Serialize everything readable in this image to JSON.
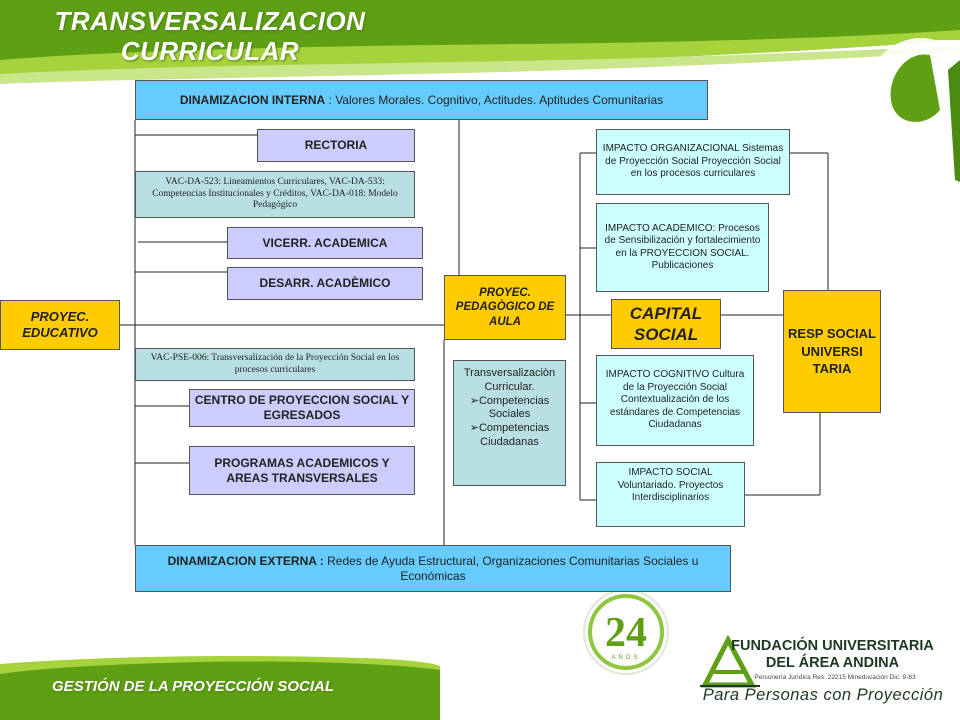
{
  "title": "TRANSVERSALIZACION CURRICULAR",
  "footer_title": "GESTIÓN DE LA PROYECCIÓN SOCIAL",
  "dinamizacion_interna": {
    "label": "DINAMIZACION INTERNA",
    "text": " : Valores Morales. Cognitivo, Actitudes. Aptitudes Comunitarias"
  },
  "dinamizacion_externa": {
    "label": "DINAMIZACION EXTERNA :",
    "text": " Redes de Ayuda Estructural, Organizaciones Comunitarias Sociales u Económicas"
  },
  "left_boxes": {
    "rectoria": "RECTORIA",
    "vac_da": "VAC-DA-523: Lineamientos Curriculares, VAC-DA-533: Competencias Institucionales y Créditos, VAC-DA-018: Modelo Pedagógico",
    "vicerr": "VICERR. ACADEMICA",
    "desarr": "DESARR. ACADÈMICO",
    "vac_pse": "VAC-PSE-006: Transversalización de la Proyección Social en los procesos curriculares",
    "centro": "CENTRO DE PROYECCION SOCIAL Y EGRESADOS",
    "programas": "PROGRAMAS ACADEMICOS Y AREAS TRANSVERSALES"
  },
  "proyec_educativo": "PROYEC. EDUCATIVO",
  "proyec_pedagogico": "PROYEC. PEDAGÒGICO DE AULA",
  "transversalizacion": {
    "heading": "Transversalizaciòn Curricular.",
    "items": [
      "Competencias Sociales",
      "Competencias Ciudadanas"
    ]
  },
  "capital_social": "CAPITAL SOCIAL",
  "impactos": {
    "organizacional": "IMPACTO ORGANIZACIONAL Sistemas de Proyección Social Proyección Social en los procesos curriculares",
    "academico": "IMPACTO ACADEMICO: Procesos de Sensibilización y fortalecimiento en la PROYECCION SOCIAL. Publicaciones",
    "cognitivo": "IMPACTO COGNITIVO Cultura de la Proyección Social Contextualización de los estándares de Competencias Ciudadanas",
    "social": "IMPACTO SOCIAL Voluntariado. Proyectos Interdisciplinarios"
  },
  "resp_social": "RESP SOCIAL UNIVERSI TARIA",
  "logo": {
    "name": "FUNDACIÓN UNIVERSITARIA DEL ÁREA ANDINA",
    "legal": "Personería Jurídica Res. 22215 Mineducación Dic. 9-83",
    "slogan": "Para Personas con Proyección"
  },
  "colors": {
    "green_dark": "#5e9f14",
    "green_light": "#a6d23c",
    "lavender": "#ccccff",
    "teal": "#b8e0e4",
    "blue": "#66ccff",
    "cyan": "#ccffff",
    "gold": "#ffcc00"
  }
}
